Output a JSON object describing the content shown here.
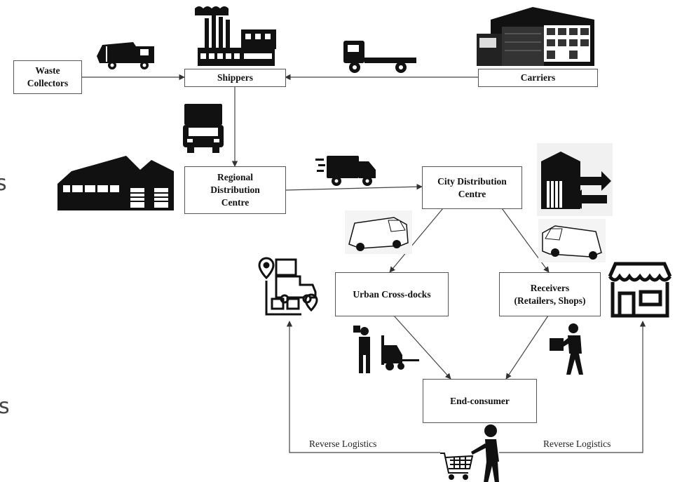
{
  "diagram": {
    "nodes": {
      "waste_collectors": "Waste\nCollectors",
      "shippers": "Shippers",
      "carriers": "Carriers",
      "regional_dc": "Regional\nDistribution\nCentre",
      "city_dc": "City Distribution\nCentre",
      "urban_cross_docks": "Urban Cross-docks",
      "receivers": "Receivers\n(Retailers, Shops)",
      "end_consumer": "End-consumer"
    },
    "flow_labels": {
      "reverse_left": "Reverse Logistics",
      "reverse_right": "Reverse Logistics"
    },
    "edge_glyphs": {
      "left": "s",
      "right": "s"
    }
  },
  "icons": [
    "garbage-truck-icon",
    "factory-icon",
    "flatbed-truck-icon",
    "warehouse-carrier-icon",
    "box-truck-front-icon",
    "distribution-warehouse-icon",
    "delivery-truck-icon",
    "warehouse-exchange-icon",
    "van-icon",
    "van-icon",
    "logistics-map-icon",
    "forklift-worker-icon",
    "delivery-person-icon",
    "shop-icon",
    "shopping-cart-person-icon"
  ]
}
